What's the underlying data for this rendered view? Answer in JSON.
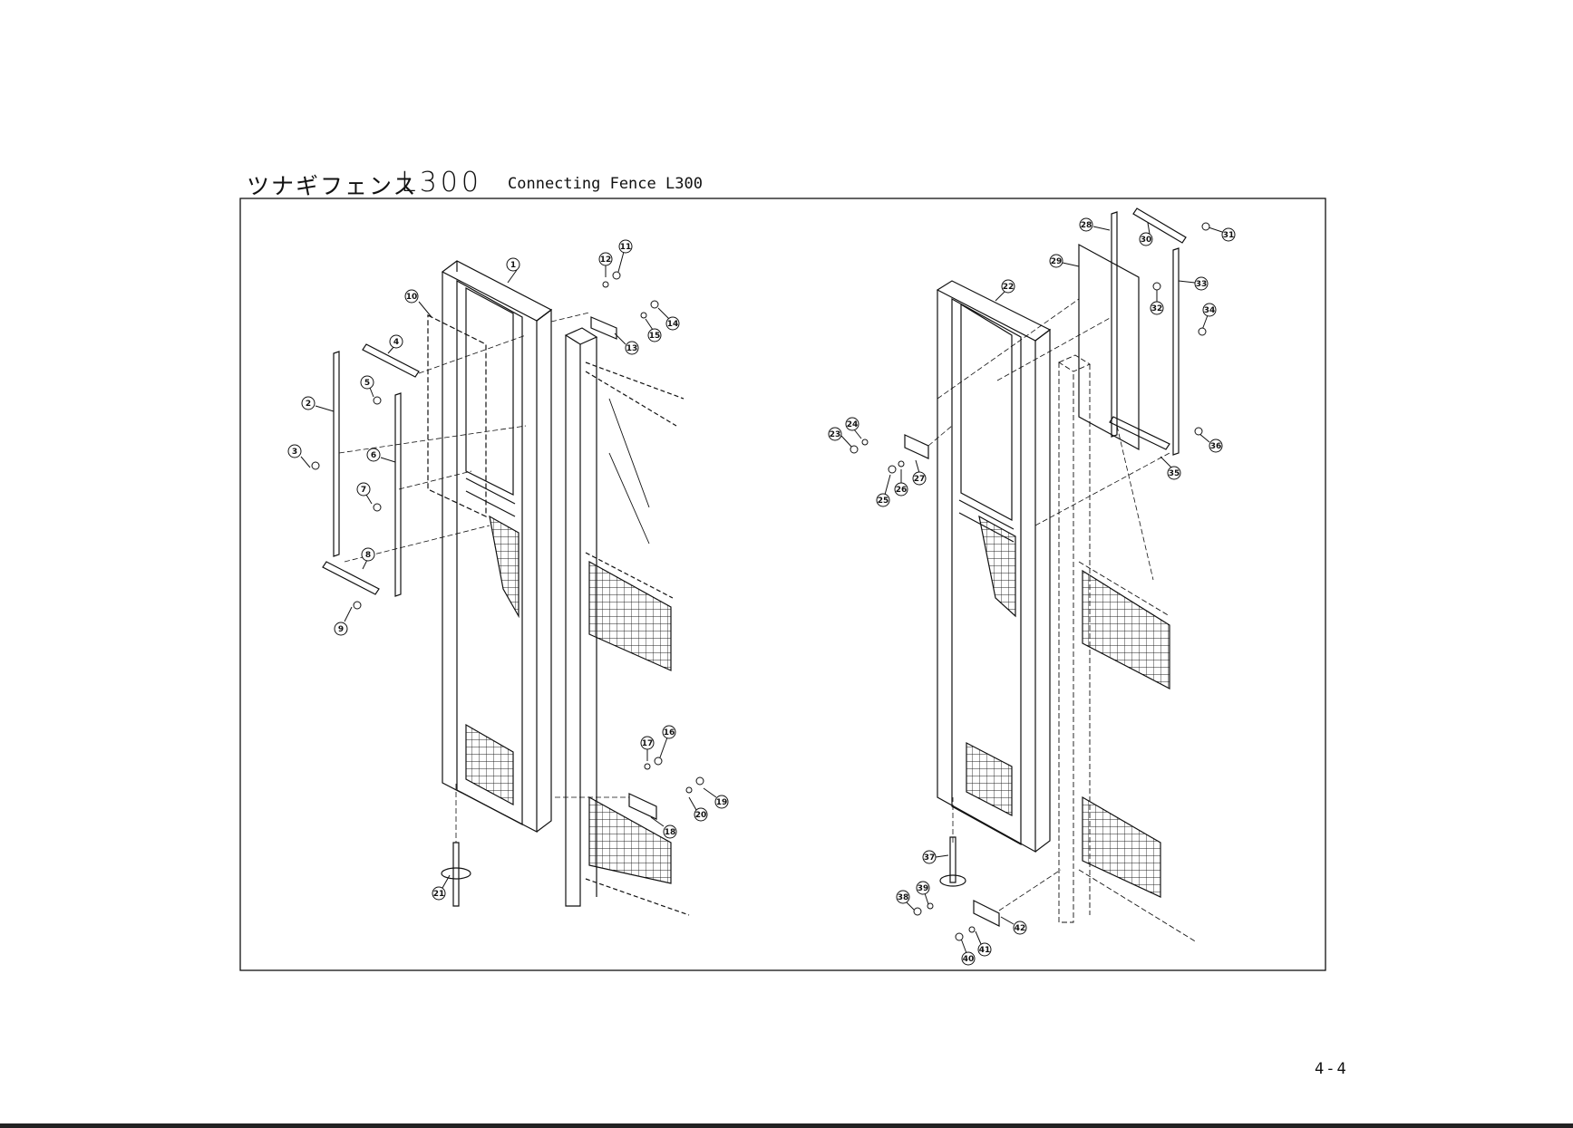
{
  "header": {
    "title_jp": "ツナギフェンス",
    "model": "L300",
    "title_en": "Connecting Fence L300"
  },
  "footer": {
    "page_number": "4-4"
  },
  "callouts": [
    {
      "label": "1"
    },
    {
      "label": "2"
    },
    {
      "label": "3"
    },
    {
      "label": "4"
    },
    {
      "label": "5"
    },
    {
      "label": "6"
    },
    {
      "label": "7"
    },
    {
      "label": "8"
    },
    {
      "label": "9"
    },
    {
      "label": "10"
    },
    {
      "label": "11"
    },
    {
      "label": "12"
    },
    {
      "label": "13"
    },
    {
      "label": "14"
    },
    {
      "label": "15"
    },
    {
      "label": "16"
    },
    {
      "label": "17"
    },
    {
      "label": "18"
    },
    {
      "label": "19"
    },
    {
      "label": "20"
    },
    {
      "label": "21"
    },
    {
      "label": "22"
    },
    {
      "label": "23"
    },
    {
      "label": "24"
    },
    {
      "label": "25"
    },
    {
      "label": "26"
    },
    {
      "label": "27"
    },
    {
      "label": "28"
    },
    {
      "label": "29"
    },
    {
      "label": "30"
    },
    {
      "label": "31"
    },
    {
      "label": "32"
    },
    {
      "label": "33"
    },
    {
      "label": "34"
    },
    {
      "label": "35"
    },
    {
      "label": "36"
    },
    {
      "label": "37"
    },
    {
      "label": "38"
    },
    {
      "label": "39"
    },
    {
      "label": "40"
    },
    {
      "label": "41"
    },
    {
      "label": "42"
    }
  ]
}
